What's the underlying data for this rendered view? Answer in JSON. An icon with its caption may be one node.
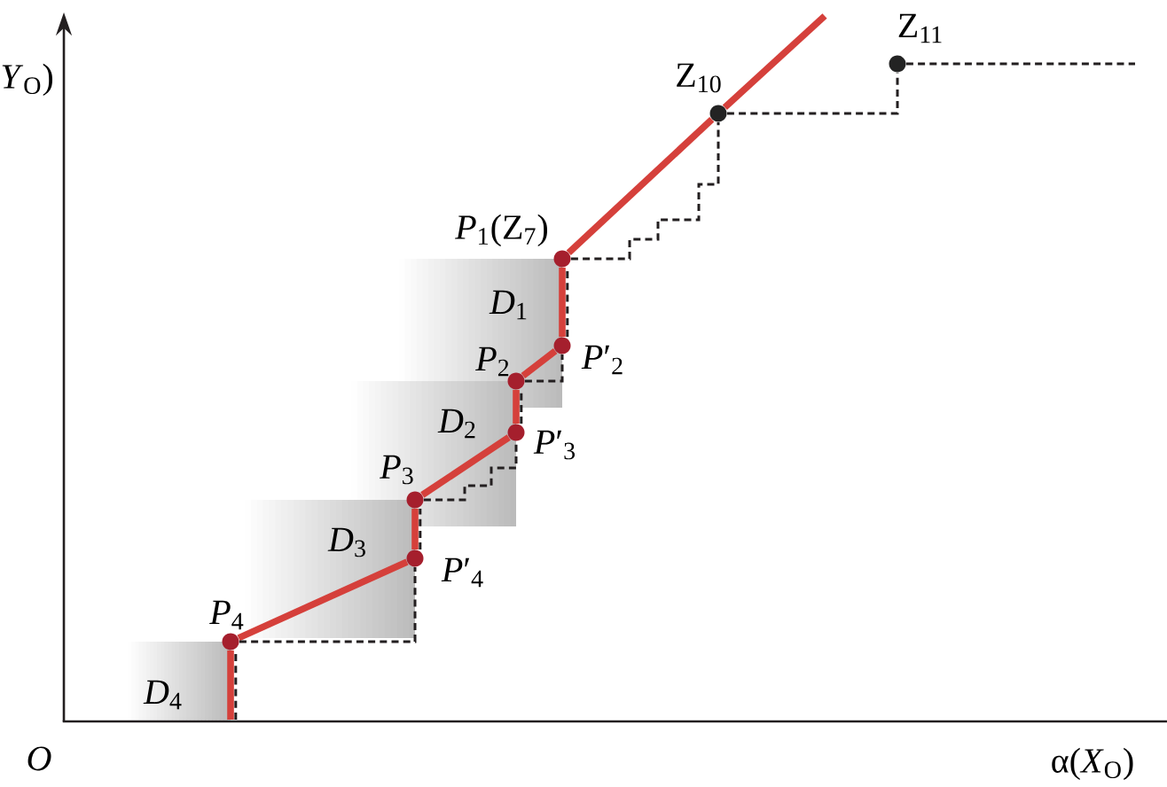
{
  "diagram": {
    "nodes": [
      {
        "text": [],
        "shape": "circle",
        "beside": [
          "Z$_{11}$"
        ]
      },
      {
        "text": [],
        "shape": "circle",
        "beside": [
          "Z$_{10}$"
        ]
      },
      {
        "text": [],
        "shape": "circle",
        "beside": [
          "*P*$_{1}$(Z$_{7}$)"
        ]
      },
      {
        "text": [],
        "shape": "circle",
        "beside": [
          "*P*$_{2}$"
        ]
      },
      {
        "text": [],
        "shape": "circle",
        "beside": [
          "*P*′$_{2}$"
        ]
      },
      {
        "text": [],
        "shape": "circle",
        "beside": [
          "*P*$_{3}$"
        ]
      },
      {
        "text": [],
        "shape": "circle",
        "beside": [
          "*P*′$_{3}$"
        ]
      },
      {
        "text": [],
        "shape": "circle",
        "beside": [
          "*P*$_{4}$"
        ]
      },
      {
        "text": [],
        "shape": "circle",
        "beside": [
          "*P*′$_{4}$"
        ]
      }
    ],
    "edges": [
      {
        "from": 7,
        "to": 8,
        "arrow": "none",
        "style": "thick",
        "color": "#d5403b"
      },
      {
        "from": 8,
        "to": 5,
        "arrow": "none",
        "style": "thick",
        "color": "#d5403b"
      },
      {
        "from": 5,
        "to": 6,
        "arrow": "none",
        "style": "thick",
        "color": "#d5403b"
      },
      {
        "from": 6,
        "to": 3,
        "arrow": "none",
        "style": "thick",
        "color": "#d5403b"
      },
      {
        "from": 3,
        "to": 4,
        "arrow": "none",
        "style": "thick",
        "color": "#d5403b"
      },
      {
        "from": 4,
        "to": 2,
        "arrow": "none",
        "style": "thick",
        "color": "#d5403b"
      },
      {
        "from": 2,
        "to": 1,
        "arrow": "none",
        "style": "thick",
        "color": "#d5403b"
      },
      {
        "from": 1,
        "to": null,
        "arrow": "none",
        "style": "thick",
        "color": "#d5403b"
      },
      {
        "from": null,
        "to": 7,
        "arrow": "none",
        "style": "thick",
        "color": "#d5403b"
      },
      {
        "from": null,
        "to": 7,
        "arrow": "none",
        "style": "dashed",
        "color": "#231f20"
      },
      {
        "from": 7,
        "to": 8,
        "arrow": "none",
        "style": "dashed",
        "color": "#231f20"
      },
      {
        "from": 8,
        "to": 5,
        "arrow": "none",
        "style": "dashed",
        "color": "#231f20"
      },
      {
        "from": 5,
        "to": 6,
        "arrow": "none",
        "style": "dashed",
        "color": "#231f20"
      },
      {
        "from": 6,
        "to": 3,
        "arrow": "none",
        "style": "dashed",
        "color": "#231f20"
      },
      {
        "from": 3,
        "to": 4,
        "arrow": "none",
        "style": "dashed",
        "color": "#231f20"
      },
      {
        "from": 4,
        "to": 2,
        "arrow": "none",
        "style": "dashed",
        "color": "#231f20"
      },
      {
        "from": 2,
        "to": 1,
        "arrow": "none",
        "style": "dashed",
        "color": "#231f20"
      },
      {
        "from": 1,
        "to": 0,
        "arrow": "none",
        "style": "dashed",
        "color": "#231f20"
      },
      {
        "from": 0,
        "to": null,
        "arrow": "none",
        "style": "dashed",
        "color": "#231f20"
      }
    ],
    "labels": [
      "*Y*$_{O}$)",
      "*D*$_{1}$",
      "*D*$_{2}$",
      "*D*$_{3}$",
      "*D*$_{4}$",
      "O",
      "α(*X*$_{O}$)"
    ]
  }
}
